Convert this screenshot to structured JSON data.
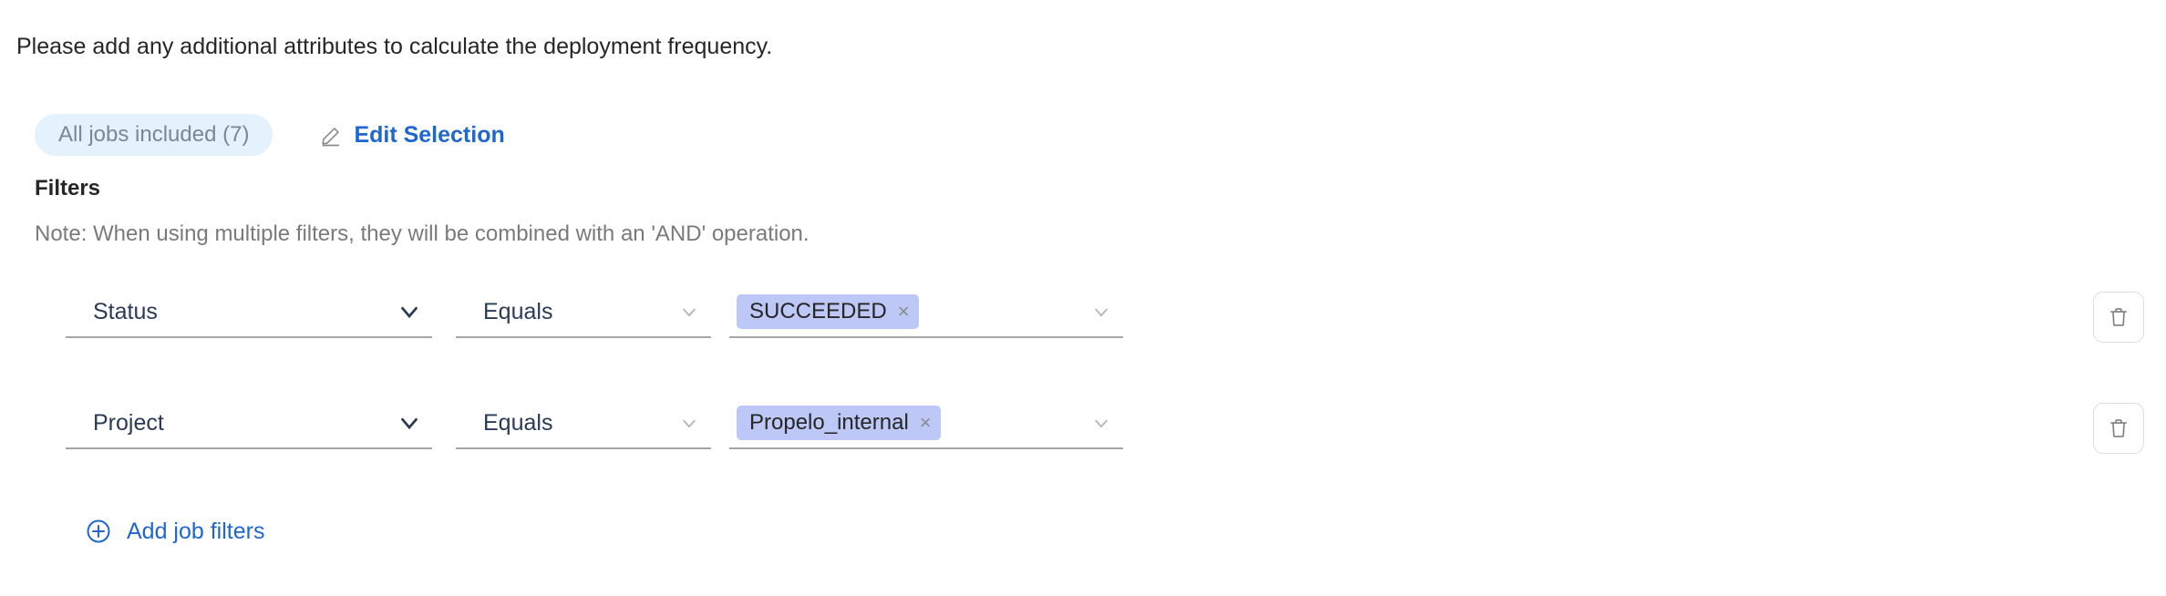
{
  "intro": {
    "text": "Please add any additional attributes to calculate the deployment frequency."
  },
  "selection": {
    "jobs_pill_label": "All jobs included (7)",
    "edit_label": "Edit Selection",
    "pencil_icon": "pencil-icon"
  },
  "filters": {
    "heading": "Filters",
    "note": "Note: When using multiple filters, they will be combined with an 'AND' operation.",
    "add_label": "Add job filters",
    "add_icon": "plus-circle-icon",
    "delete_icon": "trash-icon",
    "rows": [
      {
        "attribute": "Status",
        "operator": "Equals",
        "values": [
          "SUCCEEDED"
        ],
        "chip_remove": "×"
      },
      {
        "attribute": "Project",
        "operator": "Equals",
        "values": [
          "Propelo_internal"
        ],
        "chip_remove": "×"
      }
    ]
  },
  "colors": {
    "link": "#1f66d0",
    "pill_bg": "#e4f2fd",
    "pill_text": "#7b8794",
    "chip_bg": "#bdc8f7",
    "select_text": "#2b3a55",
    "underline": "#a6a6a6",
    "note_text": "#7a7a7a"
  }
}
